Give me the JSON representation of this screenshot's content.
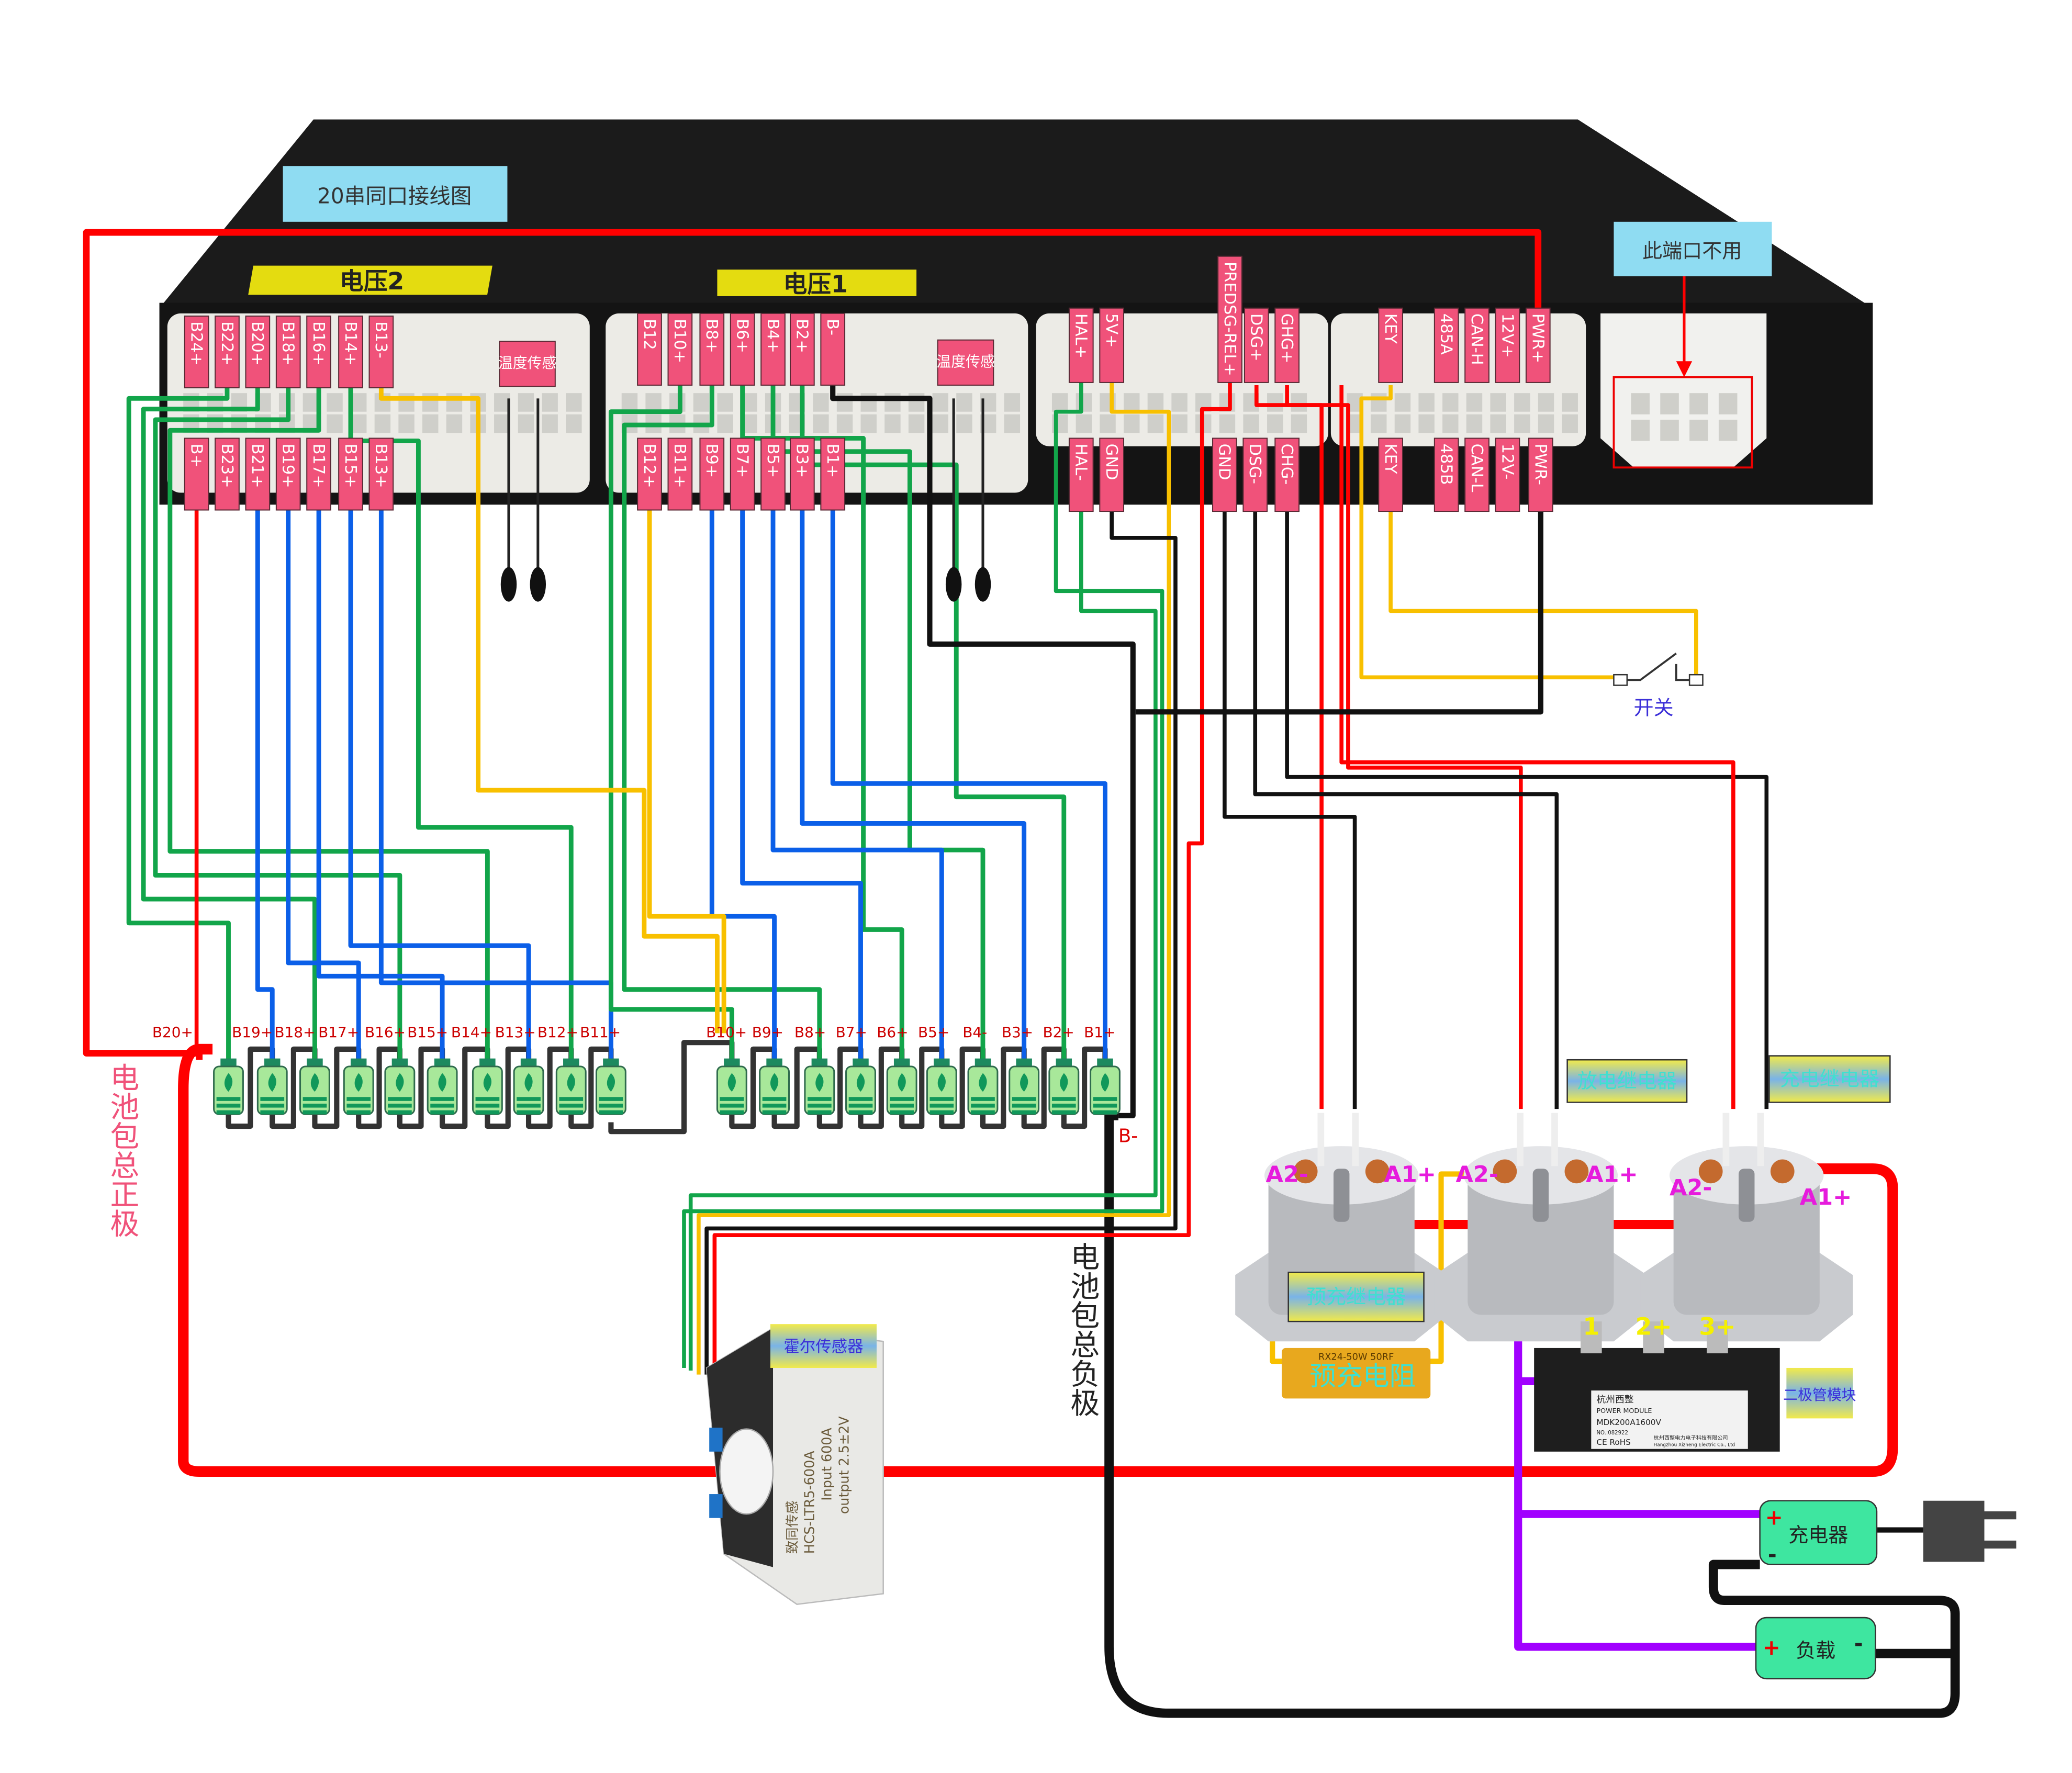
{
  "title_box": "20串同口接线图",
  "unused_port_box": "此端口不用",
  "stickers": {
    "voltage2": "电压2",
    "voltage1": "电压1"
  },
  "connector_left": {
    "top": [
      "B24+",
      "B22+",
      "B20+",
      "B18+",
      "B16+",
      "B14+",
      "B13-"
    ],
    "bottom": [
      "B+",
      "B23+",
      "B21+",
      "B19+",
      "B17+",
      "B15+",
      "B13+"
    ],
    "temp_sensor": "温度传感"
  },
  "connector_mid": {
    "top": [
      "B12",
      "B10+",
      "B8+",
      "B6+",
      "B4+",
      "B2+",
      "B-"
    ],
    "bottom": [
      "B12+",
      "B11+",
      "B9+",
      "B7+",
      "B5+",
      "B3+",
      "B1+"
    ],
    "temp_sensor": "温度传感"
  },
  "connector_right": {
    "top": [
      "HAL+",
      "5V+",
      "PREDSG-REL+",
      "DSG+",
      "GHG+",
      "KEY",
      "485A",
      "CAN-H",
      "12V+",
      "PWR+"
    ],
    "bottom": [
      "HAL-",
      "GND",
      "GND",
      "DSG-",
      "CHG-",
      "KEY",
      "485B",
      "CAN-L",
      "12V-",
      "PWR-"
    ]
  },
  "cell_labels": [
    "B20+",
    "B19+",
    "B18+",
    "B17+",
    "B16+",
    "B15+",
    "B14+",
    "B13+",
    "B12+",
    "B11+",
    "B10+",
    "B9+",
    "B8+",
    "B7+",
    "B6+",
    "B5+",
    "B4-",
    "B3+",
    "B2+",
    "B1+"
  ],
  "b_minus_label": "B-",
  "pack_positive": "电池包总正极",
  "pack_negative": "电池包总负极",
  "switch_label": "开关",
  "relays": {
    "discharge": "放电继电器",
    "charge": "充电继电器",
    "precharge": "预充继电器",
    "terminals": [
      "A2-",
      "A1+",
      "A2-",
      "A1+",
      "A2-",
      "A1+"
    ]
  },
  "precharge_resistor": {
    "label": "预充电阻",
    "marking": "RX24-50W 50RF"
  },
  "diode_module": {
    "label": "二极管模块",
    "terminals": [
      "1",
      "2+",
      "3+"
    ],
    "brand": "杭州西整",
    "type": "POWER MODULE",
    "model": "MDK200A1600V",
    "number": "NO.:082922",
    "cert": "CE RoHS",
    "maker_cn": "杭州西整电力电子科技有限公司",
    "maker_en": "Hangzhou Xizheng Electric Co., Ltd"
  },
  "hall_sensor": {
    "label": "霍尔传感器",
    "lines": [
      "致同传感",
      "HCS-LTR5-600A",
      "Input 600A",
      "output 2.5±2V"
    ]
  },
  "charger": {
    "label": "充电器",
    "plus": "+",
    "minus": "-"
  },
  "load": {
    "label": "负载",
    "plus": "+",
    "minus": "-"
  },
  "colors": {
    "pin": "#f0527a",
    "label_box": "#8fdcf2",
    "green_wire": "#12a54a",
    "blue_wire": "#0b5fe8",
    "yellow_wire": "#f8c000",
    "red_wire": "#ff0000",
    "purple_wire": "#a100ff",
    "module_box": "#3ee6a0"
  }
}
